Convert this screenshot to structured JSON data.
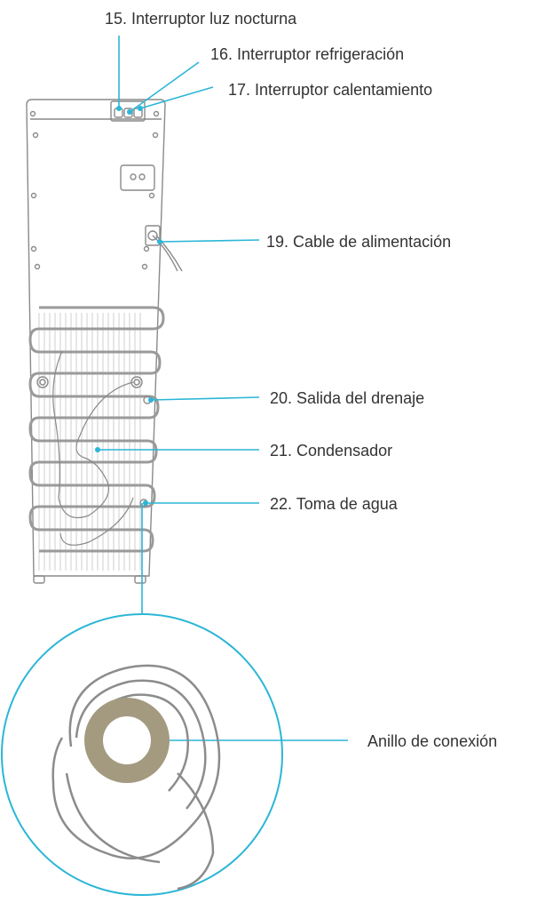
{
  "labels": {
    "l15": "15. Interruptor luz nocturna",
    "l16": "16. Interruptor refrigeración",
    "l17": "17. Interruptor calentamiento",
    "l19": "19. Cable de alimentación",
    "l20": "20. Salida del drenaje",
    "l21": "21. Condensador",
    "l22": "22. Toma de agua",
    "ring": "Anillo de conexión"
  },
  "colors": {
    "outline": "#8a8a8a",
    "leader": "#2bb6d6",
    "ring_fill": "#a39a80",
    "text": "#333333"
  }
}
